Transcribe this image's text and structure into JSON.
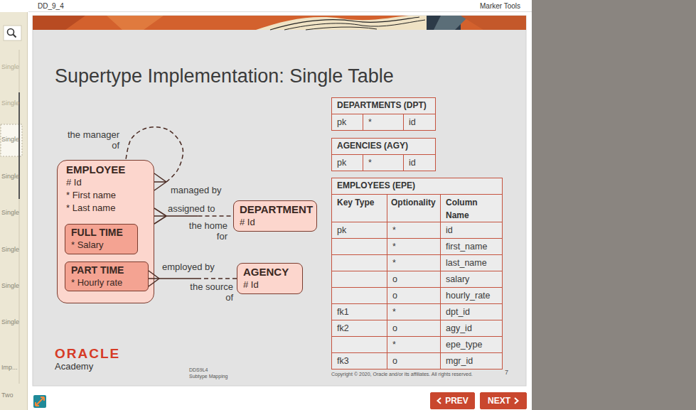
{
  "diagram": {
    "title": "Supertype Implementation: Single Table",
    "nodes": [
      {
        "text": [
          "EMPLOYEE",
          "# Id",
          "* First name",
          "* Last name"
        ]
      },
      {
        "text": [
          "FULL TIME",
          "* Salary"
        ],
        "in": 0
      },
      {
        "text": [
          "PART TIME",
          "* Hourly rate"
        ],
        "in": 0
      },
      {
        "text": [
          "DEPARTMENT",
          "# Id"
        ]
      },
      {
        "text": [
          "AGENCY",
          "# Id"
        ]
      },
      {
        "text": [
          "PREV"
        ]
      },
      {
        "text": [
          "NEXT"
        ]
      }
    ],
    "edges": [
      {
        "from": 0,
        "to": 0,
        "arrow": "none",
        "label": "managed by"
      },
      {
        "from": 0,
        "to": 3,
        "arrow": "none",
        "label": "assigned to"
      },
      {
        "from": 2,
        "to": 4,
        "arrow": "none",
        "label": "employed by"
      }
    ],
    "labels": [
      "DD_9_4",
      "Marker Tools",
      "Single",
      "Single",
      "Single",
      "Single",
      "Single",
      "Single",
      "Single",
      "Single",
      "Imp...",
      "Two",
      "the manager of",
      "the home for",
      "the source of",
      "DEPARTMENTS (DPT)",
      "pk",
      "*",
      "id",
      "AGENCIES (AGY)",
      "pk",
      "*",
      "id",
      "EMPLOYEES (EPE)",
      "Key Type",
      "Optionality",
      "Column Name",
      "pk",
      "*",
      "id",
      "*",
      "first_name",
      "*",
      "last_name",
      "o",
      "salary",
      "o",
      "hourly_rate",
      "fk1",
      "*",
      "dpt_id",
      "fk2",
      "o",
      "agy_id",
      "*",
      "epe_type",
      "fk3",
      "o",
      "mgr_id",
      "ORACLE",
      "Academy",
      "DDS9L4",
      "Subtype Mapping",
      "Copyright © 2020, Oracle and/or its affiliates. All rights reserved.",
      "7"
    ]
  }
}
